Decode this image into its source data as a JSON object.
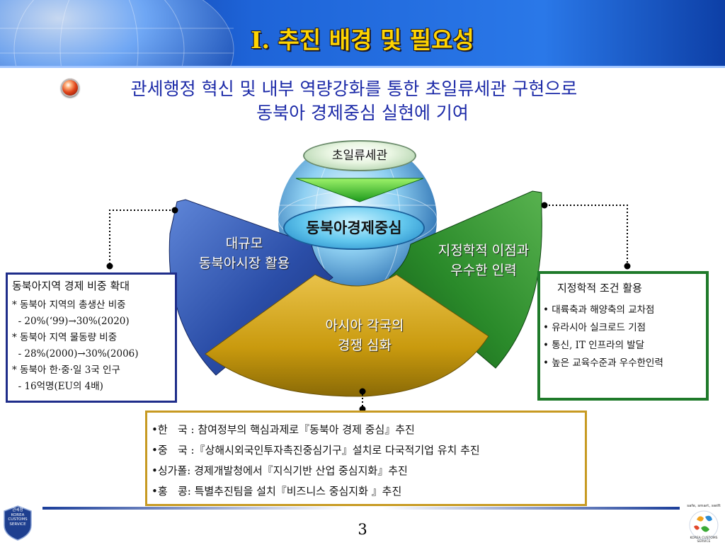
{
  "header": {
    "title": "I. 추진 배경 및 필요성"
  },
  "subtitle": {
    "line1": "관세행정 혁신 및 내부 역량강화를 통한 초일류세관 구현으로",
    "line2": "동북아 경제중심 실현에 기여"
  },
  "diagram": {
    "top_pill": "초일류세관",
    "center": "동북아경제중심",
    "left_segment": [
      "대규모",
      "동북아시장 활용"
    ],
    "right_segment": [
      "지정학적 이점과",
      "우수한 인력"
    ],
    "bottom_segment": [
      "아시아 각국의",
      "경쟁 심화"
    ],
    "colors": {
      "left": "#2f4fa8",
      "right": "#2a8a2a",
      "bottom": "#c99a0e",
      "center": "#3fb3e6"
    }
  },
  "left_box": {
    "heading": "동북아지역 경제 비중 확대",
    "lines": [
      "* 동북아 지역의 총생산 비중",
      "  - 20%(‘99)→30%(2020)",
      "* 동북아 지역 물동량 비중",
      "  - 28%(2000)→30%(2006)",
      "* 동북아 한·중·일 3국 인구",
      "  - 16억명(EU의 4배)"
    ]
  },
  "right_box": {
    "heading": "지정학적 조건 활용",
    "items": [
      "• 대륙축과 해양축의 교차점",
      "• 유라시아 실크로드 기점",
      "• 통신, IT 인프라의 발달",
      "• 높은 교육수준과 우수한인력"
    ]
  },
  "bottom_box": {
    "items": [
      "•한   국 : 참여정부의 핵심과제로『동북아 경제 중심』추진",
      "•중   국 :『상해시외국인투자촉진중심기구』설치로 다국적기업 유치 추진",
      "•싱가폴: 경제개발청에서『지식기반 산업 중심지화』추진",
      "•홍   콩: 특별추진팀을 설치『비즈니스 중심지화 』추진"
    ]
  },
  "footer": {
    "page_number": "3",
    "left_logo_text": [
      "관세청",
      "KOREA",
      "CUSTOMS",
      "SERVICE"
    ],
    "right_logo_text": [
      "safe, smart, swift",
      "KOREA CUSTOMS SERVICE"
    ]
  }
}
